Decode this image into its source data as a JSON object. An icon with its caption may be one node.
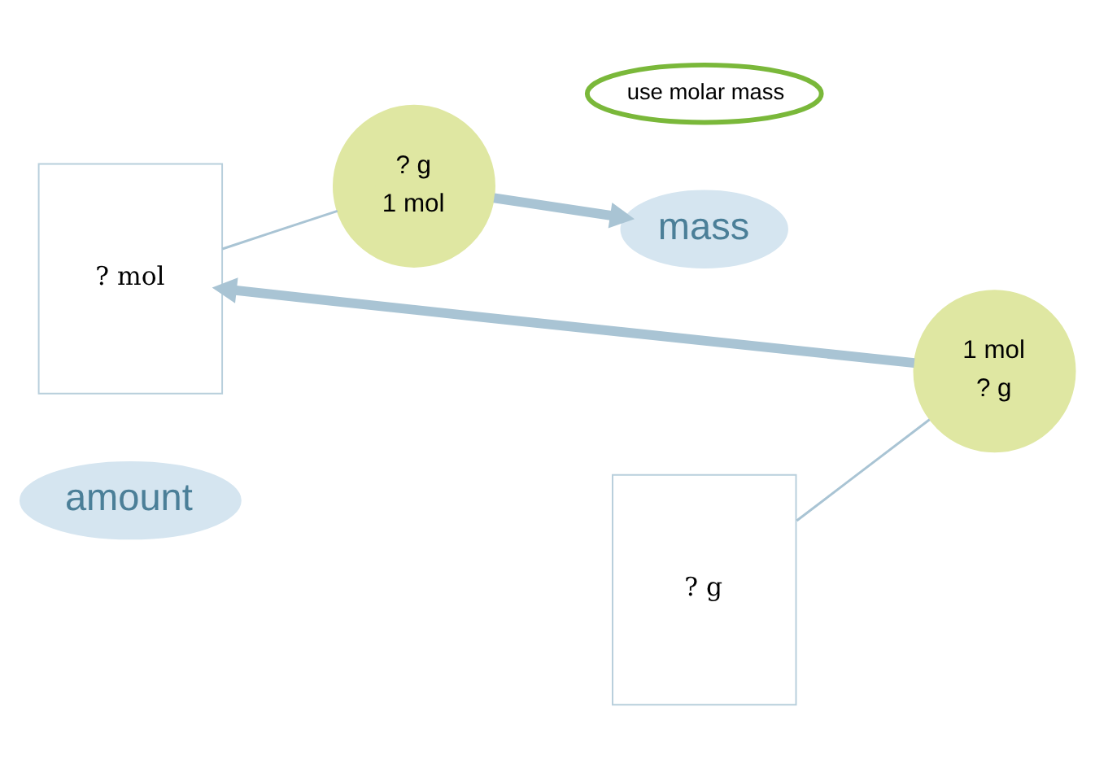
{
  "diagram": {
    "nodes": [
      {
        "text": [
          "amount"
        ]
      },
      {
        "text": [
          "? mol"
        ]
      },
      {
        "text": [
          "? g",
          "1 mol"
        ]
      },
      {
        "text": [
          "use molar mass"
        ]
      },
      {
        "text": [
          "mass"
        ]
      },
      {
        "text": [
          "1 mol",
          "? g"
        ]
      },
      {
        "text": [
          "? g"
        ]
      }
    ],
    "edges": [
      {
        "from": 1,
        "to": 2,
        "arrow": "none"
      },
      {
        "from": 2,
        "to": 4,
        "arrow": "to",
        "style": "thick"
      },
      {
        "from": 6,
        "to": 5,
        "arrow": "none"
      },
      {
        "from": 5,
        "to": 1,
        "arrow": "to",
        "style": "thick"
      }
    ]
  }
}
